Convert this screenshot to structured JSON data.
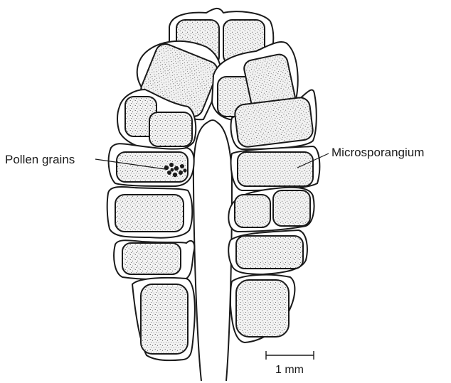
{
  "labels": {
    "pollen": "Pollen grains",
    "microsporangium": "Microsporangium",
    "scale": "1 mm"
  },
  "colors": {
    "ink": "#1a1a1a",
    "sporangium_fill": "#ececec",
    "background": "#ffffff"
  }
}
